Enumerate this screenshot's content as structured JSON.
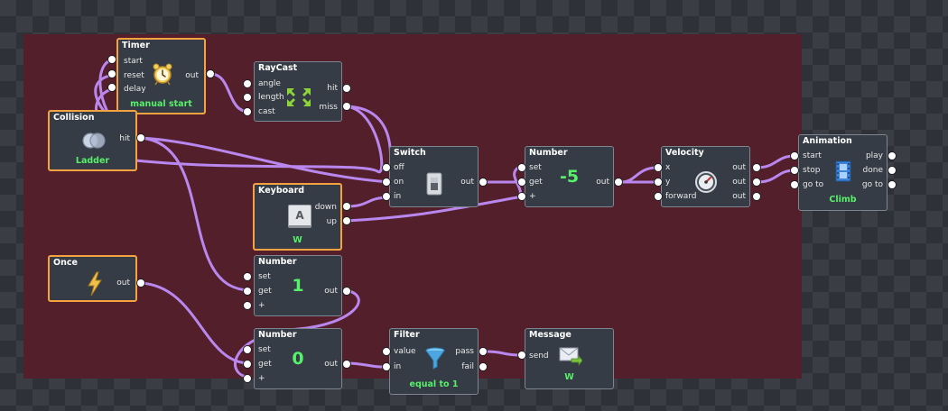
{
  "nodes": {
    "timer": {
      "title": "Timer",
      "inputs": [
        "start",
        "reset",
        "delay"
      ],
      "outputs": [
        "out"
      ],
      "label": "manual start"
    },
    "raycast": {
      "title": "RayCast",
      "inputs": [
        "angle",
        "length",
        "cast"
      ],
      "outputs": [
        "hit",
        "miss"
      ]
    },
    "collision": {
      "title": "Collision",
      "outputs": [
        "hit"
      ],
      "label": "Ladder"
    },
    "switch": {
      "title": "Switch",
      "inputs": [
        "off",
        "on",
        "in"
      ],
      "outputs": [
        "out"
      ]
    },
    "number_top": {
      "title": "Number",
      "inputs": [
        "set",
        "get",
        "+"
      ],
      "outputs": [
        "out"
      ],
      "value": "-5"
    },
    "velocity": {
      "title": "Velocity",
      "inputs": [
        "x",
        "y",
        "forward"
      ],
      "outputs": [
        "out",
        "out",
        "out"
      ]
    },
    "animation": {
      "title": "Animation",
      "inputs": [
        "start",
        "stop",
        "go to"
      ],
      "outputs": [
        "play",
        "done",
        "go to"
      ],
      "label": "Climb"
    },
    "keyboard": {
      "title": "Keyboard",
      "outputs": [
        "down",
        "up"
      ],
      "key": "A",
      "label": "W"
    },
    "once": {
      "title": "Once",
      "outputs": [
        "out"
      ]
    },
    "number_mid": {
      "title": "Number",
      "inputs": [
        "set",
        "get",
        "+"
      ],
      "outputs": [
        "out"
      ],
      "value": "1"
    },
    "number_bot": {
      "title": "Number",
      "inputs": [
        "set",
        "get",
        "+"
      ],
      "outputs": [
        "out"
      ],
      "value": "0"
    },
    "filter": {
      "title": "Filter",
      "inputs": [
        "value",
        "in"
      ],
      "outputs": [
        "pass",
        "fail"
      ],
      "label": "equal to 1"
    },
    "message": {
      "title": "Message",
      "inputs": [
        "send"
      ],
      "label": "W"
    }
  },
  "colors": {
    "canvas": "#521f2b",
    "node_bg": "#363c45",
    "node_border": "#7e8591",
    "active_border": "#f4a340",
    "wire": "#b987ee",
    "value_text": "#56f06a"
  }
}
